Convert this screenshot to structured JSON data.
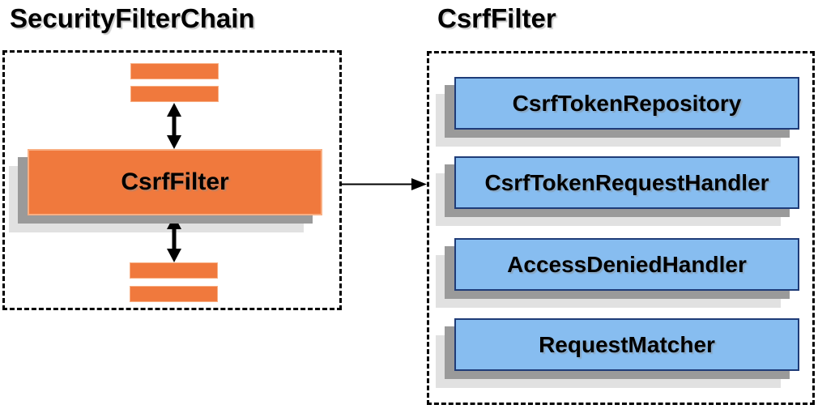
{
  "left_panel": {
    "title": "SecurityFilterChain",
    "filter_box_label": "CsrfFilter"
  },
  "right_panel": {
    "title": "CsrfFilter",
    "components": [
      {
        "label": "CsrfTokenRepository"
      },
      {
        "label": "CsrfTokenRequestHandler"
      },
      {
        "label": "AccessDeniedHandler"
      },
      {
        "label": "RequestMatcher"
      }
    ]
  },
  "colors": {
    "orange_fill": "#F0793D",
    "orange_border": "#F8AE82",
    "blue_fill": "#87BDF0",
    "blue_border": "#1F3C78",
    "shadow_dark": "#9A9A9A",
    "shadow_light": "#E1E1E1",
    "line_color": "#000000"
  }
}
